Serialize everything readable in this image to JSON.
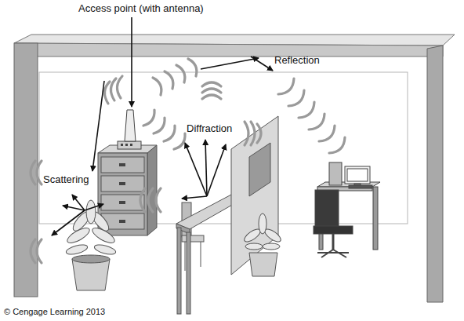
{
  "diagram": {
    "labels": [
      "Access point (with antenna)",
      "Reflection",
      "Diffraction",
      "Scattering",
      "© Cengage Learning 2013"
    ]
  }
}
